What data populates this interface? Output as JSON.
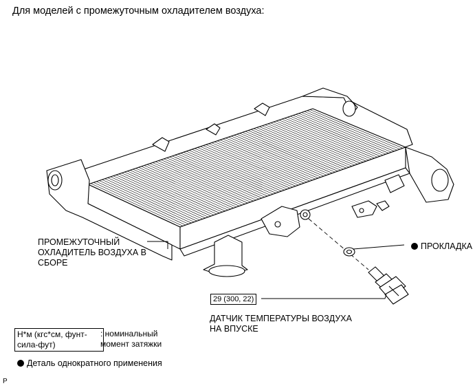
{
  "heading": "Для моделей с промежуточным охладителем воздуха:",
  "labels": {
    "intercooler_line1": "ПРОМЕЖУТОЧНЫЙ",
    "intercooler_line2": "ОХЛАДИТЕЛЬ ВОЗДУХА В",
    "intercooler_line3": "СБОРЕ",
    "gasket": "ПРОКЛАДКА",
    "sensor_line1": "ДАТЧИК ТЕМПЕРАТУРЫ ВОЗДУХА",
    "sensor_line2": "НА ВПУСКЕ"
  },
  "torque_value": "29 (300, 22)",
  "legend": {
    "box_line1": "Н*м (кгс*см, фунт-",
    "box_line2": "сила-фут)",
    "desc_line1": ": номинальный",
    "desc_line2": "момент затяжки",
    "one_time": "Деталь однократного применения"
  },
  "corner_mark": "P",
  "colors": {
    "ink": "#000000",
    "background": "#ffffff"
  },
  "icons": {
    "one_time_marker": "filled-circle"
  }
}
